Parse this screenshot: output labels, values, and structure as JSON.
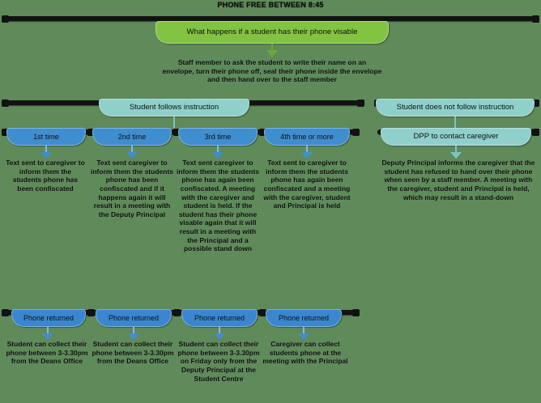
{
  "title": "PHONE FREE BETWEEN 8:45",
  "colors": {
    "background": "#5f8a5a",
    "green": "#82c341",
    "teal": "#8fd0cb",
    "blue": "#3f8ed0",
    "rail": "#121212"
  },
  "root": {
    "label": "What happens if a student has their phone visable"
  },
  "staff_action": {
    "text": "Staff member to ask the student to write their name on an envelope, turn their phone off, seal their phone inside the envelope and then hand over to the staff member"
  },
  "branches": [
    {
      "label": "Student follows instruction"
    },
    {
      "label": "Student does not follow instruction"
    }
  ],
  "follow_branch": {
    "steps": [
      {
        "label": "1st time",
        "detail": "Text sent to caregiver to inform them the students phone has been confiscated",
        "return_label": "Phone returned",
        "return_detail": "Student can collect their phone between 3-3.30pm from the Deans Office"
      },
      {
        "label": "2nd time",
        "detail": "Text sent caregiver to inform them the students phone has been confiscated and if it happens again it will result in a meeting with the Deputy Principal",
        "return_label": "Phone returned",
        "return_detail": "Student can collect their phone between 3-3.30pm from the Deans Office"
      },
      {
        "label": "3rd time",
        "detail": "Text sent caregiver to inform them the students phone has again been confiscated. A meeting with the caregiver and student is held. If the student has their phone visable again that it will result in a meeting with the Principal and a possible stand down",
        "return_label": "Phone returned",
        "return_detail": "Student can collect their phone between 3-3.30pm on Friday only from the Deputy Principal at the Student Centre"
      },
      {
        "label": "4th time or more",
        "detail": "Text sent to caregiver to inform them the students phone has again been confiscated and a meeting with the caregiver, student and Principal is held",
        "return_label": "Phone returned",
        "return_detail": "Caregiver can collect students phone at the meeting with the Principal"
      }
    ]
  },
  "not_follow_branch": {
    "label": "DPP to contact caregiver",
    "detail": "Deputy Principal informs the caregiver that the student has refused to hand over their phone when seen by a staff member. A meeting with the caregiver, student and Principal is held, which may result in a stand-down"
  }
}
